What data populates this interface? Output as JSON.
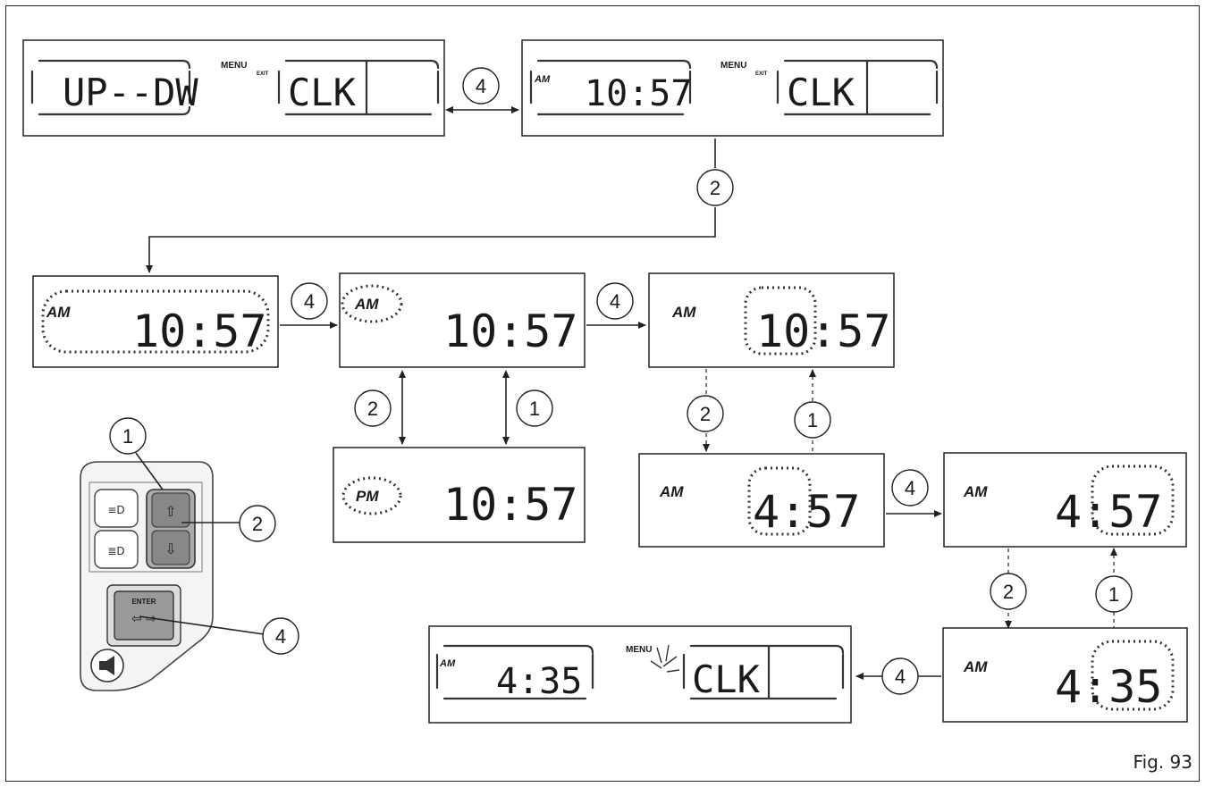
{
  "figure_label": "Fig. 93",
  "screens": {
    "up_dw": {
      "left": "UP--DW",
      "menu": "MENU",
      "exit": "EXIT",
      "right": "CLK"
    },
    "am_clock": {
      "ampm": "AM",
      "time": "10:57",
      "menu": "MENU",
      "exit": "EXIT",
      "right": "CLK"
    },
    "edit_all": {
      "ampm": "AM",
      "time": "10:57"
    },
    "edit_ampm": {
      "ampm": "AM",
      "time": "10:57"
    },
    "edit_pm": {
      "ampm": "PM",
      "time": "10:57"
    },
    "edit_hours": {
      "ampm": "AM",
      "time": "10:57"
    },
    "hours_4": {
      "ampm": "AM",
      "time": "4:57"
    },
    "minutes_57": {
      "ampm": "AM",
      "time": "4:57"
    },
    "minutes_35": {
      "ampm": "AM",
      "time": "4:35"
    },
    "final": {
      "ampm": "AM",
      "time": "4:35",
      "menu": "MENU",
      "right": "CLK"
    }
  },
  "steps": {
    "s4_a": "4",
    "s2_a": "2",
    "s4_b": "4",
    "s4_c": "4",
    "s2_b": "2",
    "s1_b": "1",
    "s2_c": "2",
    "s1_c": "1",
    "s4_d": "4",
    "s2_d": "2",
    "s1_d": "1",
    "s4_e": "4"
  },
  "control": {
    "callout_up": "1",
    "callout_down": "2",
    "callout_enter": "4",
    "enter_label": "ENTER"
  }
}
